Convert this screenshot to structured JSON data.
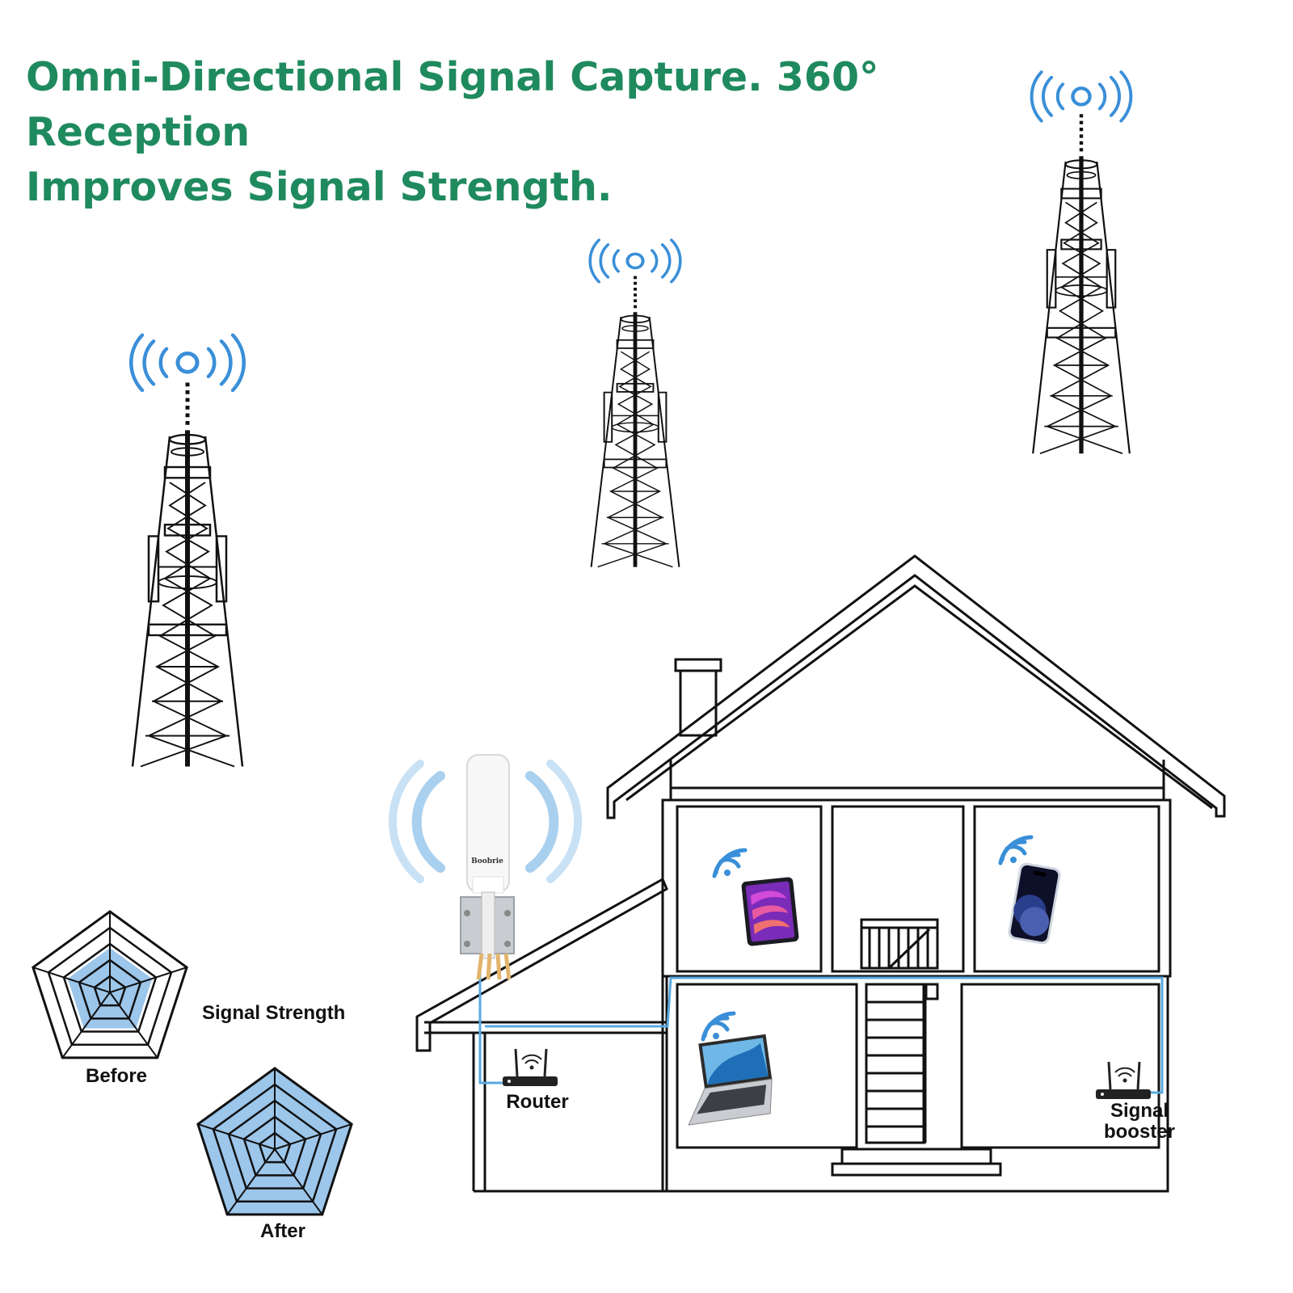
{
  "headline": {
    "line1": "Omni-Directional Signal Capture. 360° Reception",
    "line2": "Improves Signal Strength."
  },
  "labels": {
    "signal_strength": "Signal Strength",
    "before": "Before",
    "after": "After",
    "router": "Router",
    "signal_booster_line1": "Signal",
    "signal_booster_line2": "booster"
  },
  "antenna": {
    "brand": "Boobrie"
  },
  "radar": {
    "before_level": 0.55,
    "after_level": 1.0
  },
  "colors": {
    "headline": "#1f8a5e",
    "signal_blue": "#3a8fd8",
    "cable_blue": "#5aa8e0",
    "radar_fill": "#9cc6ea",
    "ink": "#111111"
  },
  "icons": [
    "tower-icon",
    "signal-broadcast-icon",
    "wifi-icon",
    "tablet-icon",
    "phone-icon",
    "laptop-icon",
    "router-icon",
    "booster-icon",
    "antenna-icon",
    "house-icon"
  ]
}
